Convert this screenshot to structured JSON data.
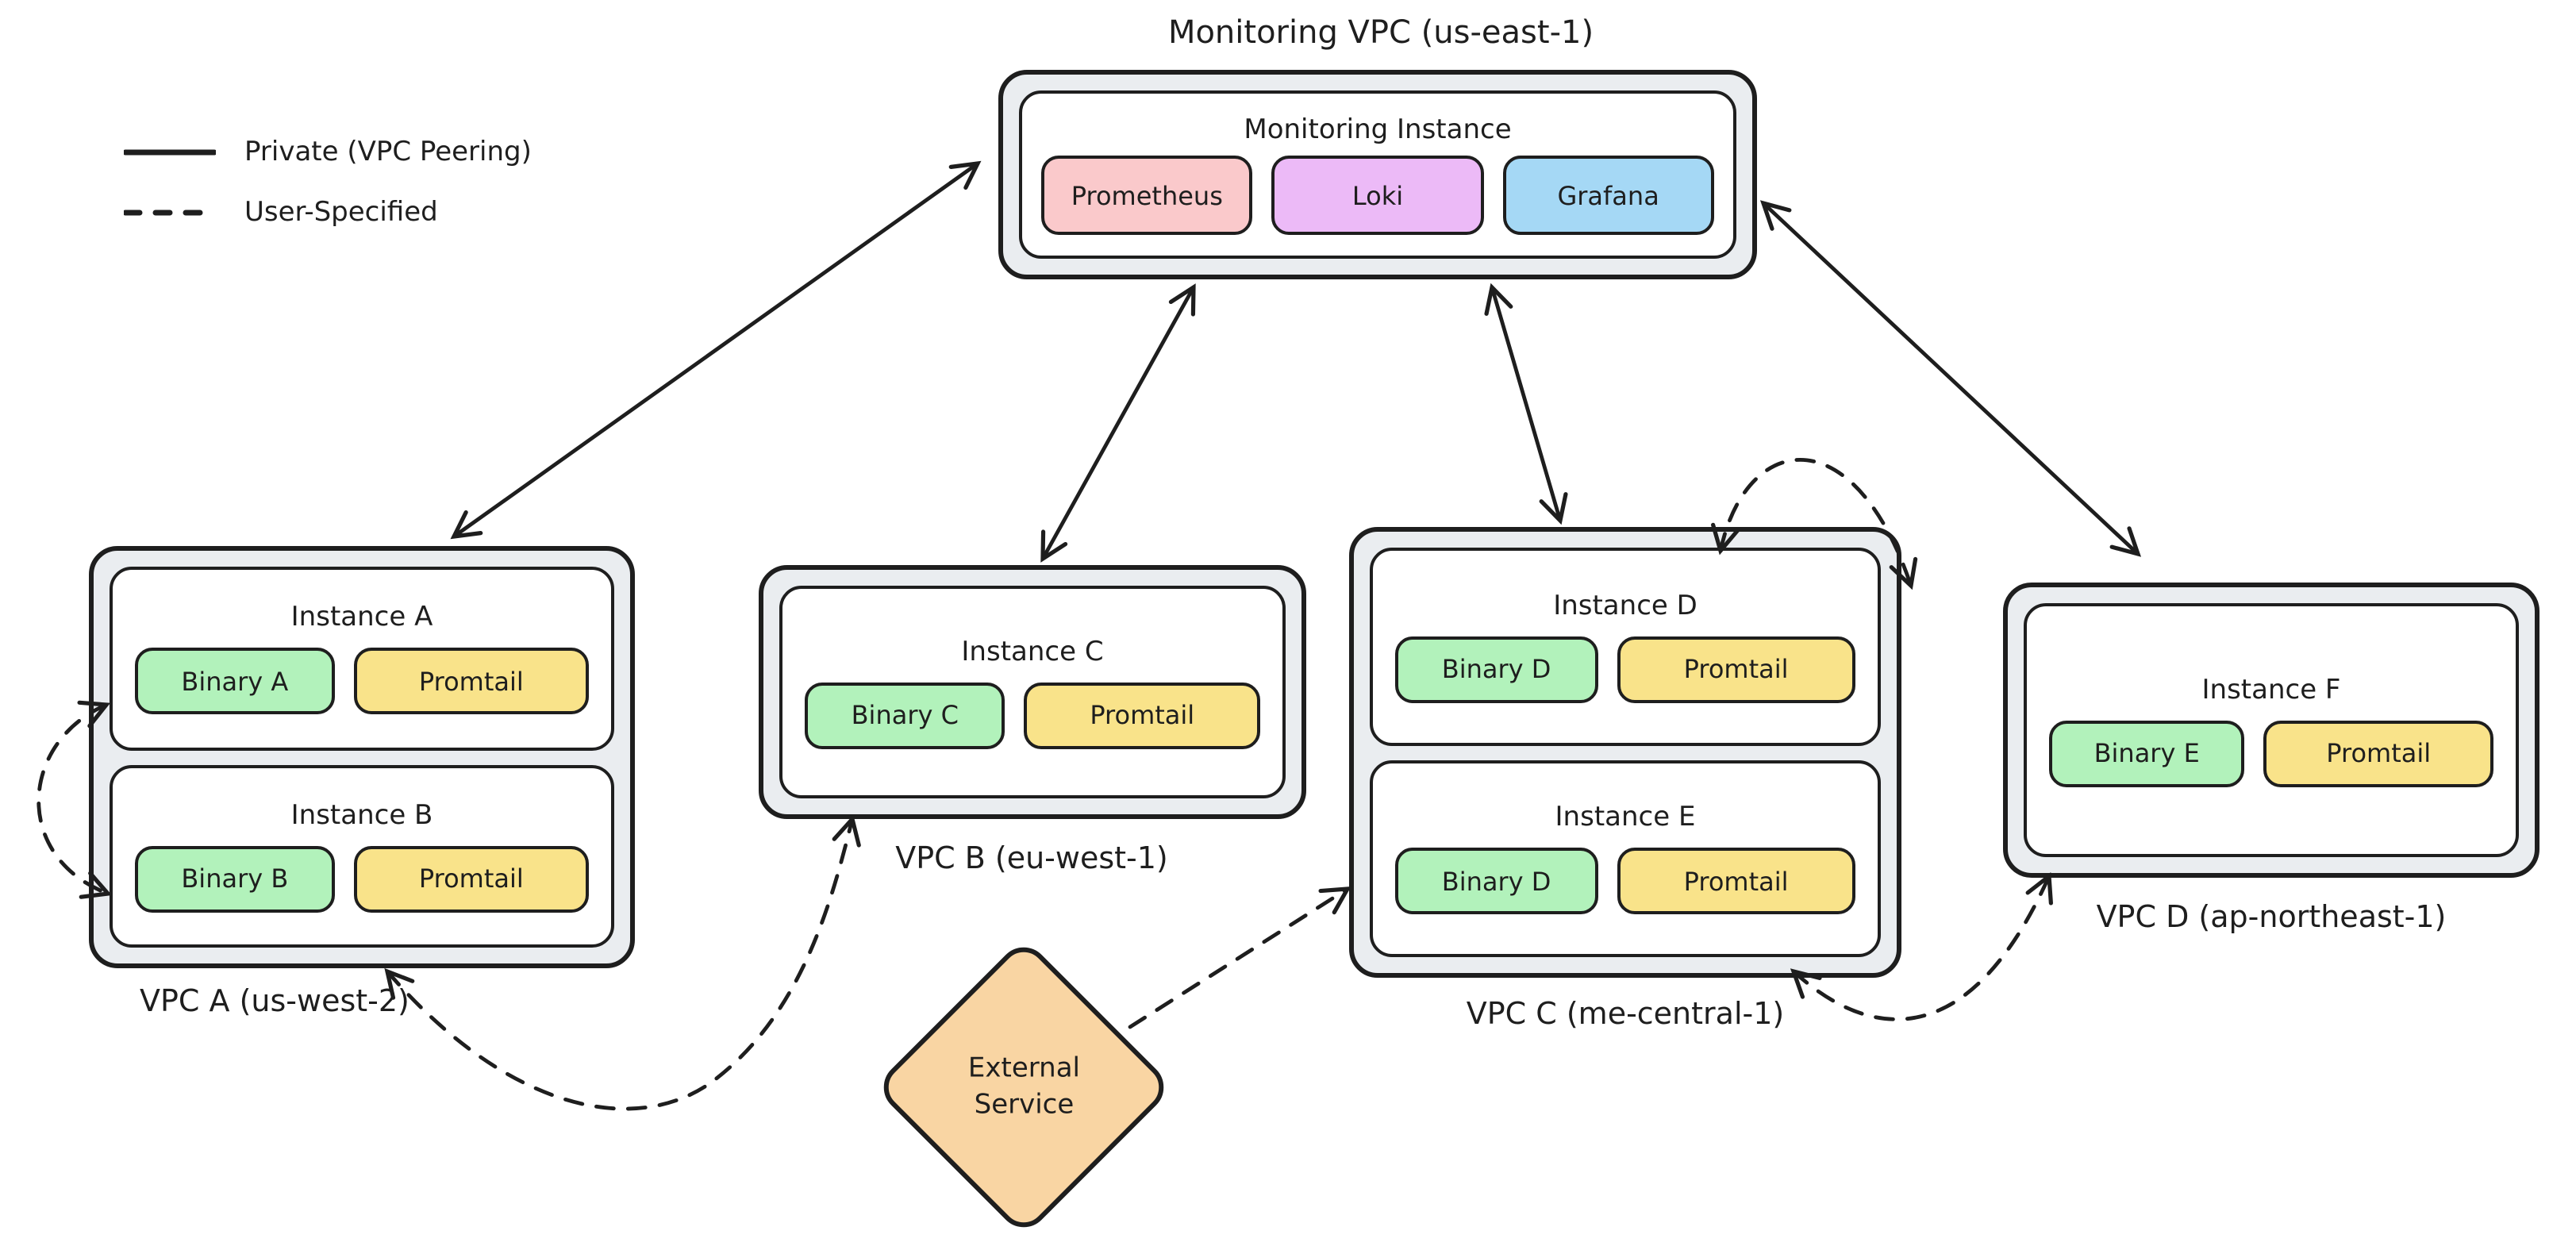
{
  "title": "Monitoring VPC (us-east-1)",
  "legend": {
    "private_label": "Private (VPC Peering)",
    "user_label": "User-Specified"
  },
  "monitoring": {
    "instance_label": "Monitoring Instance",
    "services": [
      {
        "name": "Prometheus",
        "color": "#fac9cb"
      },
      {
        "name": "Loki",
        "color": "#ecbaf7"
      },
      {
        "name": "Grafana",
        "color": "#a5d8f5"
      }
    ]
  },
  "vpcs": [
    {
      "label": "VPC A (us-west-2)",
      "instances": [
        {
          "name": "Instance A",
          "binary": "Binary A",
          "agent": "Promtail"
        },
        {
          "name": "Instance B",
          "binary": "Binary B",
          "agent": "Promtail"
        }
      ]
    },
    {
      "label": "VPC B (eu-west-1)",
      "instances": [
        {
          "name": "Instance C",
          "binary": "Binary C",
          "agent": "Promtail"
        }
      ]
    },
    {
      "label": "VPC C (me-central-1)",
      "instances": [
        {
          "name": "Instance D",
          "binary": "Binary D",
          "agent": "Promtail"
        },
        {
          "name": "Instance E",
          "binary": "Binary D",
          "agent": "Promtail"
        }
      ]
    },
    {
      "label": "VPC D (ap-northeast-1)",
      "instances": [
        {
          "name": "Instance F",
          "binary": "Binary E",
          "agent": "Promtail"
        }
      ]
    }
  ],
  "external": {
    "line1": "External",
    "line2": "Service"
  },
  "connections": [
    {
      "type": "private",
      "from": "Monitoring Instance",
      "to": "VPC A",
      "bidirectional": true
    },
    {
      "type": "private",
      "from": "Monitoring Instance",
      "to": "VPC B",
      "bidirectional": true
    },
    {
      "type": "private",
      "from": "Monitoring Instance",
      "to": "VPC C",
      "bidirectional": true
    },
    {
      "type": "private",
      "from": "Monitoring Instance",
      "to": "VPC D",
      "bidirectional": true
    },
    {
      "type": "user-specified",
      "from": "Instance A",
      "to": "Instance B",
      "bidirectional": true
    },
    {
      "type": "user-specified",
      "from": "Instance B",
      "to": "Instance C",
      "bidirectional": true
    },
    {
      "type": "user-specified",
      "from": "Instance D",
      "to": "Instance F",
      "bidirectional": true
    },
    {
      "type": "user-specified",
      "from": "Instance E",
      "to": "Instance F",
      "bidirectional": true
    },
    {
      "type": "user-specified",
      "from": "External Service",
      "to": "Instance E",
      "bidirectional": false
    }
  ],
  "colors": {
    "ink": "#1e1e1e",
    "container_fill": "#eaedf0",
    "instance_fill": "#ffffff",
    "binary_fill": "#b2f2bb",
    "promtail_fill": "#f9e38a",
    "external_fill": "#f9d5a3"
  }
}
